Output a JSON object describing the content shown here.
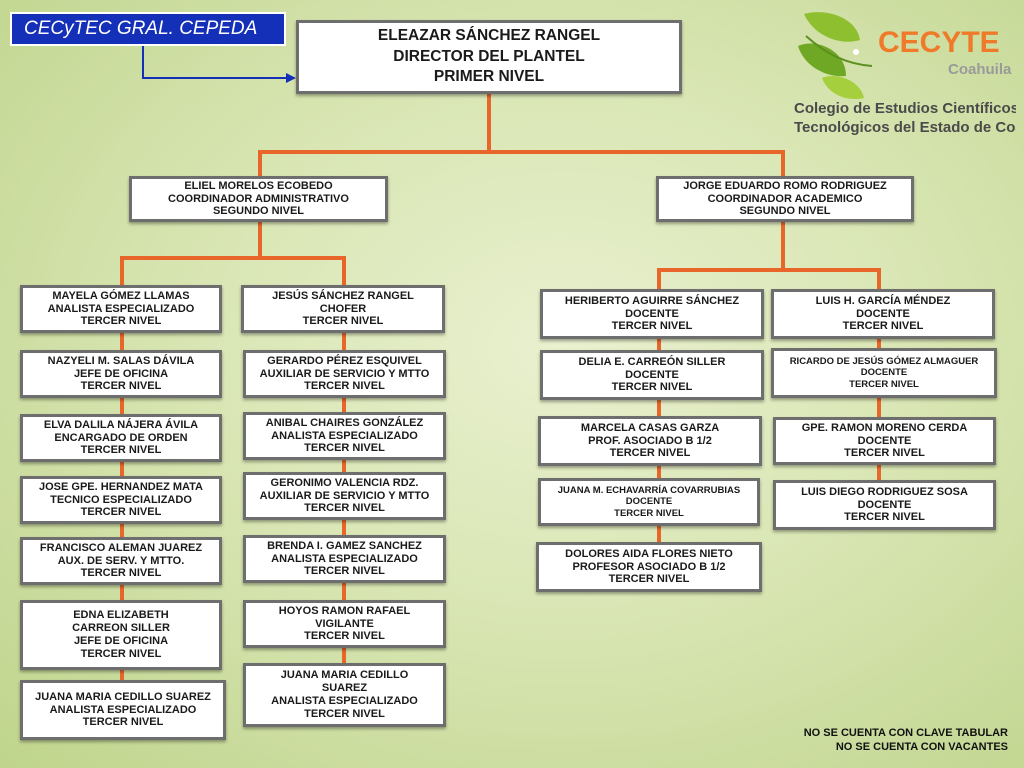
{
  "header": {
    "badge": "CECyTEC GRAL. CEPEDA",
    "logo_brand": "CECYTE",
    "logo_state": "Coahuila",
    "logo_line1": "Colegio de Estudios Científicos y",
    "logo_line2": "Tecnológicos del Estado de Coahuila"
  },
  "director": {
    "name": "ELEAZAR SÁNCHEZ RANGEL",
    "role": "DIRECTOR DEL PLANTEL",
    "level": "PRIMER NIVEL"
  },
  "coordinators": [
    {
      "name": "ELIEL MORELOS ECOBEDO",
      "role": "COORDINADOR ADMINISTRATIVO",
      "level": "SEGUNDO NIVEL"
    },
    {
      "name": "JORGE EDUARDO ROMO RODRIGUEZ",
      "role": "COORDINADOR ACADEMICO",
      "level": "SEGUNDO NIVEL"
    }
  ],
  "admin_col1": [
    {
      "name": "MAYELA GÓMEZ LLAMAS",
      "role": "ANALISTA ESPECIALIZADO",
      "level": "TERCER NIVEL"
    },
    {
      "name": "NAZYELI M. SALAS DÁVILA",
      "role": "JEFE DE OFICINA",
      "level": "TERCER NIVEL"
    },
    {
      "name": "ELVA DALILA NÁJERA ÁVILA",
      "role": "ENCARGADO DE ORDEN",
      "level": "TERCER NIVEL"
    },
    {
      "name": "JOSE GPE. HERNANDEZ MATA",
      "role": "TECNICO ESPECIALIZADO",
      "level": "TERCER NIVEL"
    },
    {
      "name": "FRANCISCO ALEMAN JUAREZ",
      "role": "AUX. DE SERV. Y MTTO.",
      "level": "TERCER NIVEL"
    },
    {
      "name": "EDNA ELIZABETH",
      "name2": "CARREON SILLER",
      "role": "JEFE DE OFICINA",
      "level": "TERCER NIVEL"
    },
    {
      "name": "JUANA MARIA CEDILLO SUAREZ",
      "role": "ANALISTA ESPECIALIZADO",
      "level": "TERCER NIVEL"
    }
  ],
  "admin_col2": [
    {
      "name": "JESÚS SÁNCHEZ RANGEL",
      "role": "CHOFER",
      "level": "TERCER NIVEL"
    },
    {
      "name": "GERARDO PÉREZ ESQUIVEL",
      "role": "AUXILIAR DE SERVICIO Y MTTO",
      "level": "TERCER NIVEL"
    },
    {
      "name": "ANIBAL CHAIRES GONZÁLEZ",
      "role": "ANALISTA ESPECIALIZADO",
      "level": "TERCER NIVEL"
    },
    {
      "name": "GERONIMO VALENCIA RDZ.",
      "role": "AUXILIAR DE SERVICIO Y MTTO",
      "level": "TERCER NIVEL"
    },
    {
      "name": "BRENDA I. GAMEZ SANCHEZ",
      "role": "ANALISTA ESPECIALIZADO",
      "level": "TERCER NIVEL"
    },
    {
      "name": "HOYOS RAMON RAFAEL",
      "role": "VIGILANTE",
      "level": "TERCER NIVEL"
    },
    {
      "name": "JUANA MARIA CEDILLO",
      "name2": "SUAREZ",
      "role": "ANALISTA ESPECIALIZADO",
      "level": "TERCER NIVEL"
    }
  ],
  "academic_col1": [
    {
      "name": "HERIBERTO AGUIRRE SÁNCHEZ",
      "role": "DOCENTE",
      "level": "TERCER NIVEL"
    },
    {
      "name": "DELIA E. CARREÓN SILLER",
      "role": "DOCENTE",
      "level": "TERCER NIVEL"
    },
    {
      "name": "MARCELA CASAS GARZA",
      "role": "PROF. ASOCIADO B 1/2",
      "level": "TERCER NIVEL"
    },
    {
      "name": "JUANA M. ECHAVARRÍA COVARRUBIAS",
      "role": "DOCENTE",
      "level": "TERCER NIVEL"
    },
    {
      "name": "DOLORES AIDA FLORES NIETO",
      "role": "PROFESOR ASOCIADO B 1/2",
      "level": "TERCER NIVEL"
    }
  ],
  "academic_col2": [
    {
      "name": "LUIS H. GARCÍA MÉNDEZ",
      "role": "DOCENTE",
      "level": "TERCER NIVEL"
    },
    {
      "name": "RICARDO DE JESÚS GÓMEZ ALMAGUER",
      "role": "DOCENTE",
      "level": "TERCER NIVEL"
    },
    {
      "name": "GPE. RAMON MORENO CERDA",
      "role": "DOCENTE",
      "level": "TERCER NIVEL"
    },
    {
      "name": "LUIS DIEGO RODRIGUEZ SOSA",
      "role": "DOCENTE",
      "level": "TERCER NIVEL"
    }
  ],
  "footer": {
    "line1": "NO SE CUENTA CON CLAVE TABULAR",
    "line2": "NO SE CUENTA CON VACANTES"
  },
  "colors": {
    "connector": "#e8662a",
    "badge": "#1430b8",
    "box_border": "#6e6e6e"
  }
}
